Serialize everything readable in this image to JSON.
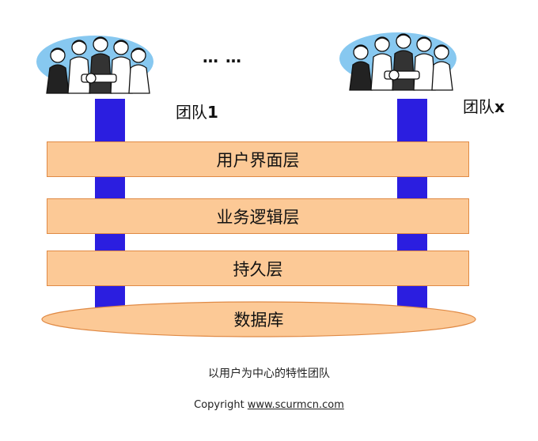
{
  "teams": [
    {
      "label": "团队",
      "suffix": "1"
    },
    {
      "label": "团队",
      "suffix": "x"
    }
  ],
  "ellipsis": "… …",
  "layers": [
    "用户界面层",
    "业务逻辑层",
    "持久层"
  ],
  "database": "数据库",
  "caption": "以用户为中心的特性团队",
  "copyright": {
    "prefix": "Copyright ",
    "link": "www.scurmcn.com"
  },
  "colors": {
    "pillar": "#2b1ee0",
    "layer_fill": "#fcc996",
    "layer_border": "#e08a45",
    "team_bg": "#87c8f0"
  },
  "icons": [
    "team-people-icon"
  ]
}
